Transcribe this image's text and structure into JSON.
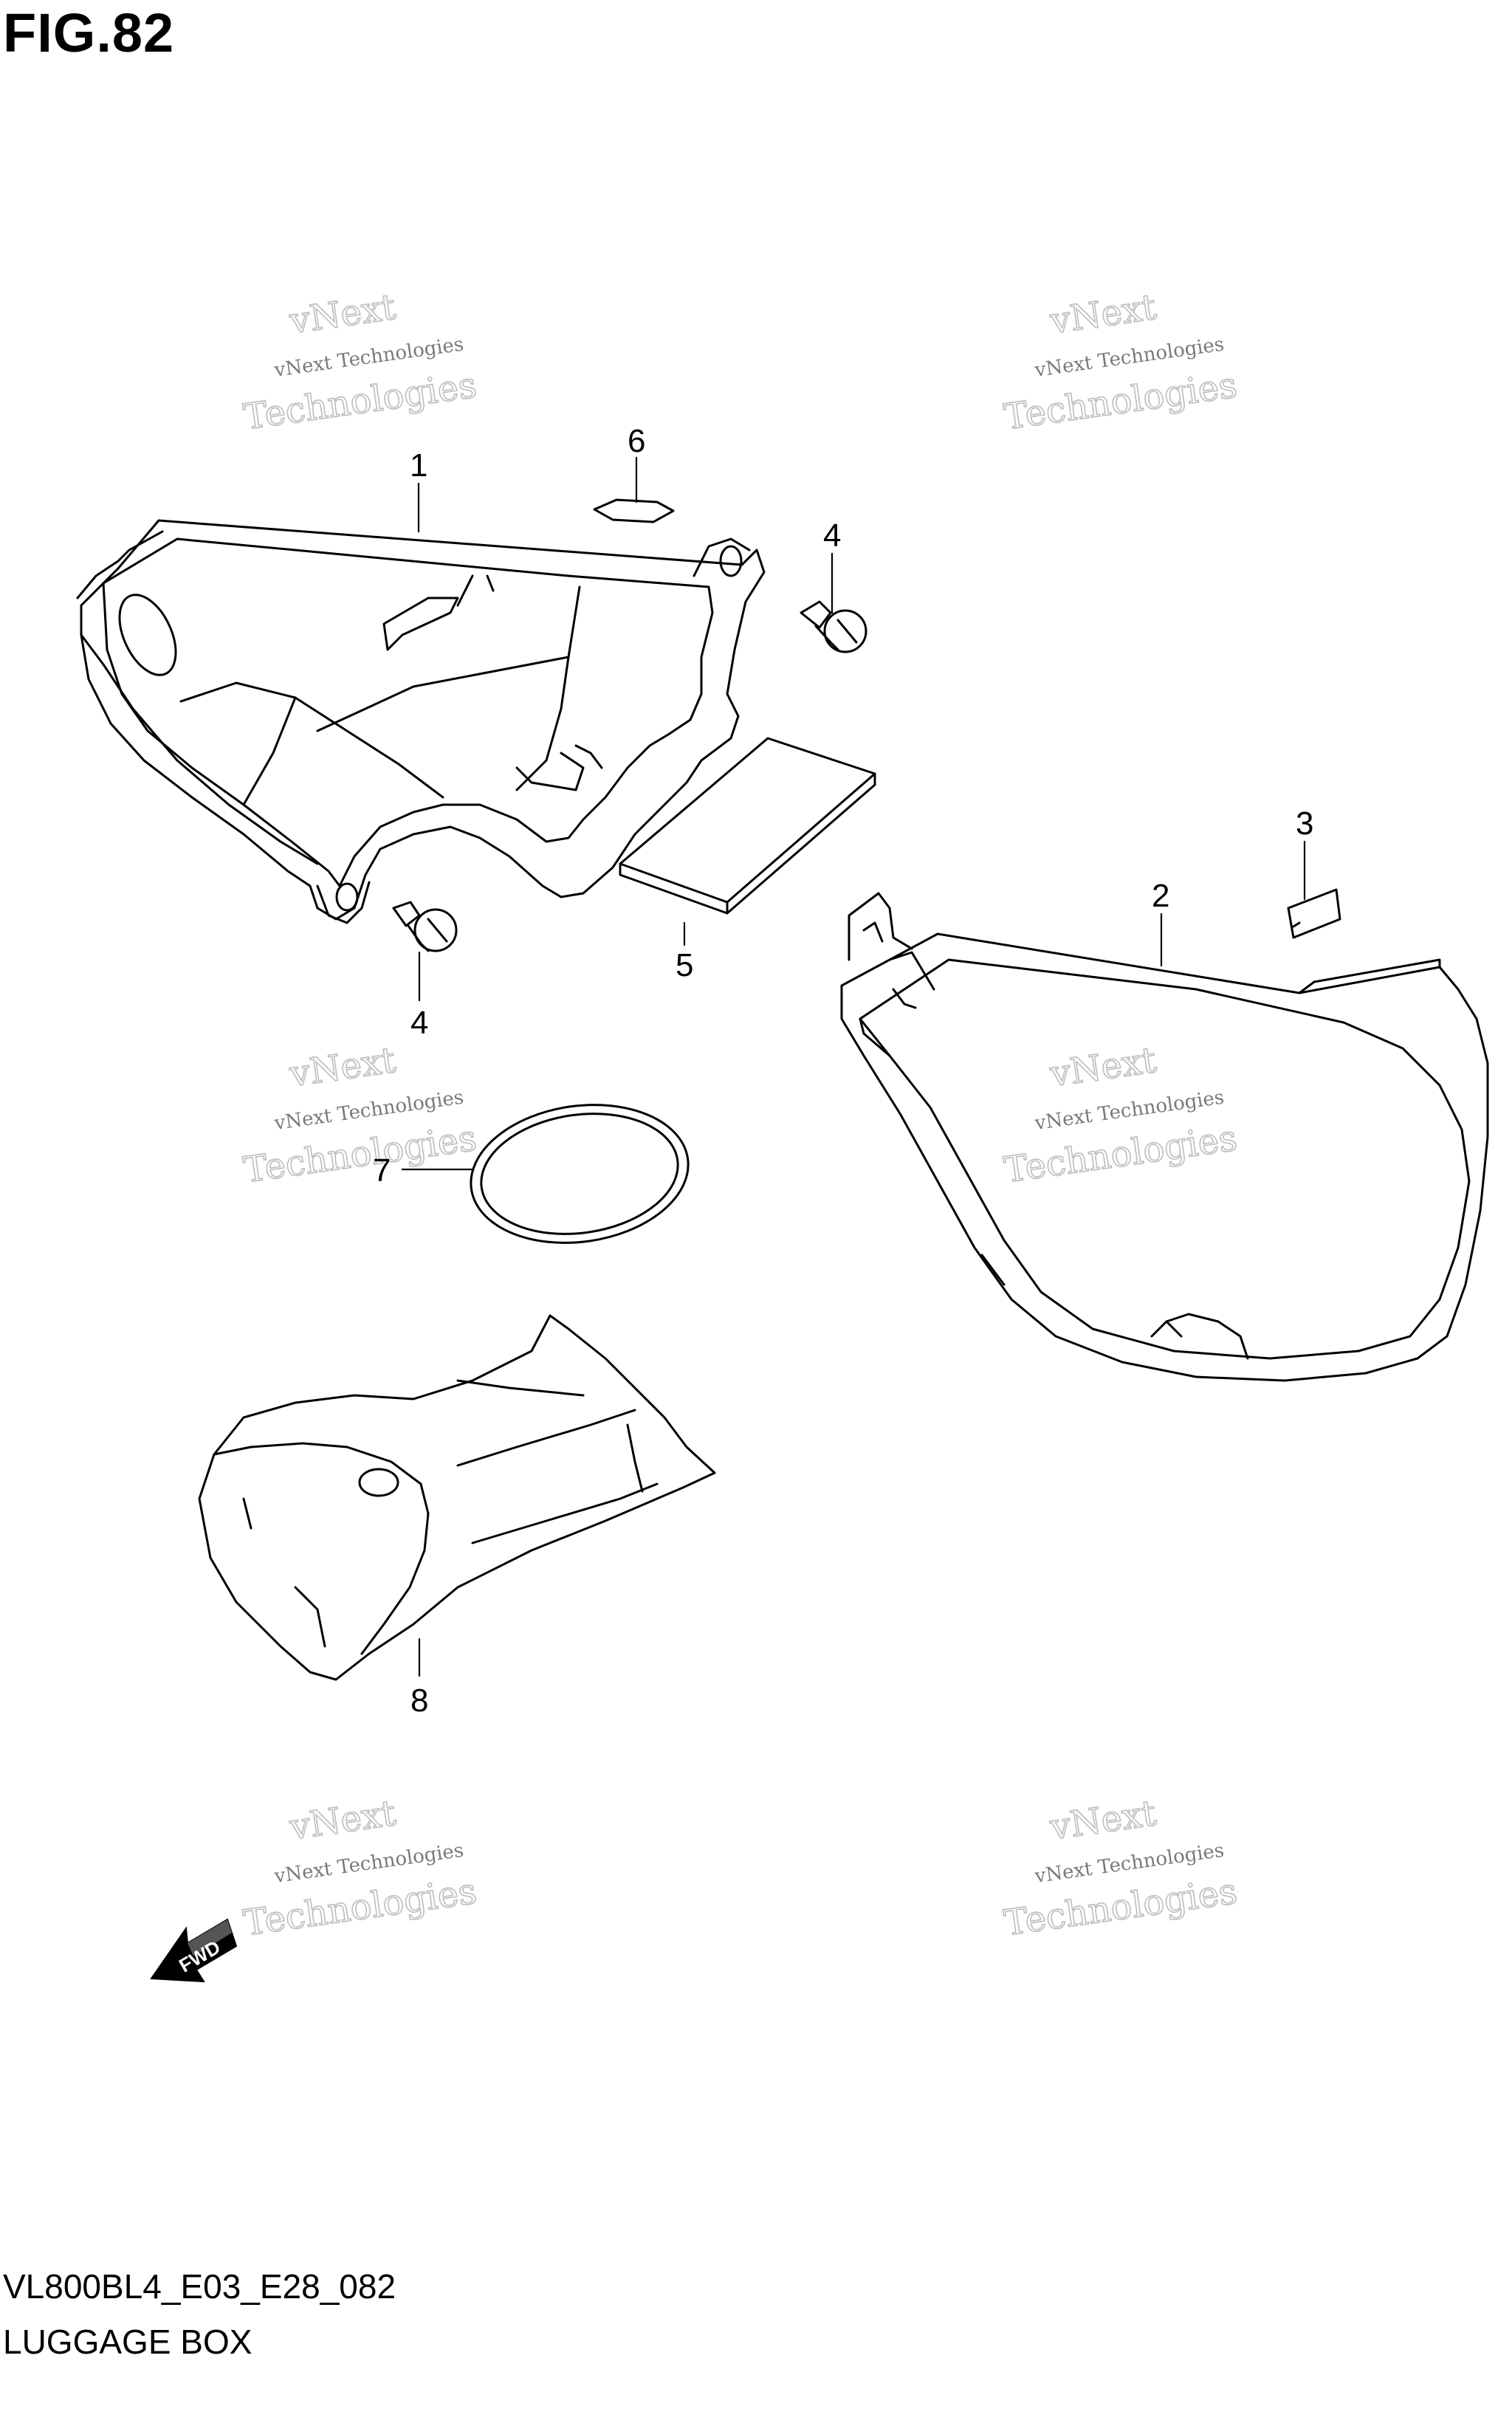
{
  "figure_title": "FIG.82",
  "model_code": "VL800BL4_E03_E28_082",
  "section_title": "LUGGAGE BOX",
  "callouts": [
    "1",
    "2",
    "3",
    "4",
    "4",
    "5",
    "6",
    "7",
    "8"
  ],
  "direction_label": "FWD",
  "watermark": {
    "line1": "vNext Technologies",
    "line2_top": "vNext",
    "line2_bottom": "Technologies"
  }
}
